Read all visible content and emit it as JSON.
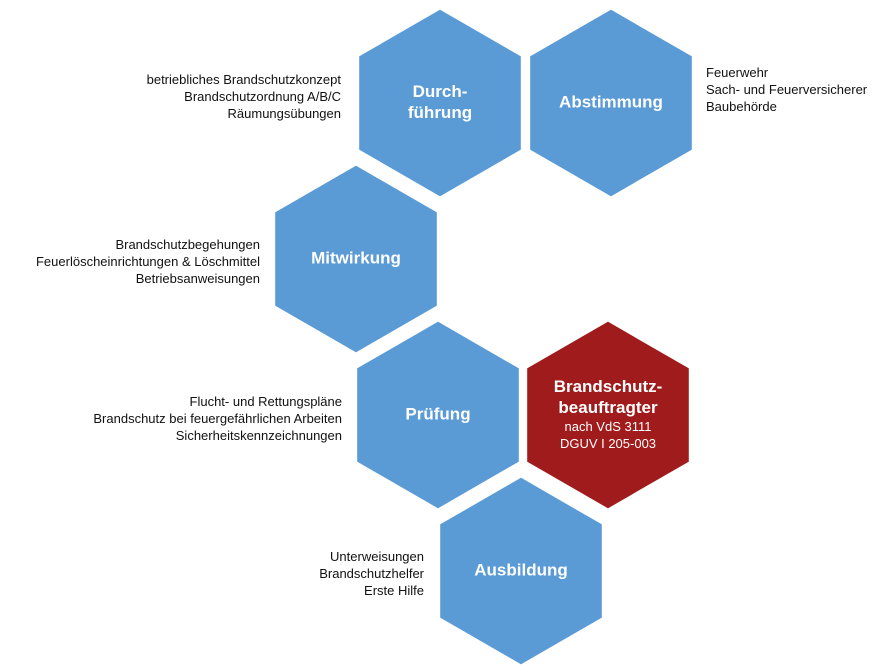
{
  "colors": {
    "hex_blue": "#5b9bd5",
    "hex_red": "#a01b1b",
    "hex_stroke": "#ffffff",
    "text": "#111111"
  },
  "hexagons": [
    {
      "id": "durchfuehrung",
      "lines": [
        "Durch-",
        "führung"
      ],
      "sub": [],
      "color": "blue"
    },
    {
      "id": "abstimmung",
      "lines": [
        "Abstimmung"
      ],
      "sub": [],
      "color": "blue"
    },
    {
      "id": "mitwirkung",
      "lines": [
        "Mitwirkung"
      ],
      "sub": [],
      "color": "blue"
    },
    {
      "id": "pruefung",
      "lines": [
        "Prüfung"
      ],
      "sub": [],
      "color": "blue"
    },
    {
      "id": "brandschutzbeauftragter",
      "lines": [
        "Brandschutz-",
        "beauftragter"
      ],
      "sub": [
        "nach VdS 3111",
        "DGUV I 205-003"
      ],
      "color": "red"
    },
    {
      "id": "ausbildung",
      "lines": [
        "Ausbildung"
      ],
      "sub": [],
      "color": "blue"
    }
  ],
  "side_texts": {
    "durchfuehrung": [
      "betriebliches Brandschutzkonzept",
      "Brandschutzordnung  A/B/C",
      "Räumungsübungen"
    ],
    "abstimmung": [
      "Feuerwehr",
      "Sach- und Feuerversicherer",
      "Baubehörde"
    ],
    "mitwirkung": [
      "Brandschutzbegehungen",
      "Feuerlöscheinrichtungen & Löschmittel",
      "Betriebsanweisungen"
    ],
    "pruefung": [
      "Flucht- und Rettungspläne",
      "Brandschutz  bei feuergefährlichen Arbeiten",
      "Sicherheitskennzeichnungen"
    ],
    "ausbildung": [
      "Unterweisungen",
      "Brandschutzhelfer",
      "Erste Hilfe"
    ]
  }
}
